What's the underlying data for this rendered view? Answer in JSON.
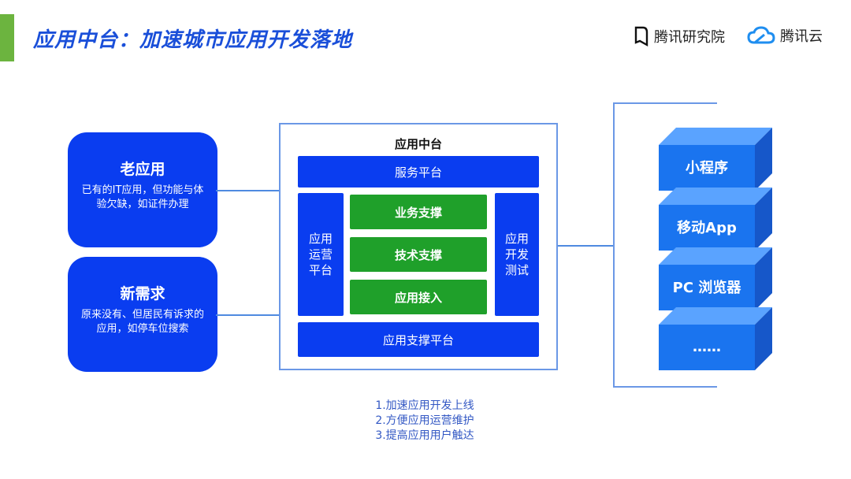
{
  "header": {
    "title": "应用中台：加速城市应用开发落地",
    "logo_research": "腾讯研究院",
    "logo_cloud": "腾讯云"
  },
  "left": {
    "old": {
      "title": "老应用",
      "desc": "已有的IT应用，但功能与体验欠缺，如证件办理"
    },
    "new": {
      "title": "新需求",
      "desc": "原来没有、但居民有诉求的应用，如停车位搜索"
    }
  },
  "center": {
    "title": "应用中台",
    "top_bar": "服务平台",
    "left_col": "应用运营平台",
    "right_col": "应用开发测试",
    "green": [
      "业务支撑",
      "技术支撑",
      "应用接入"
    ],
    "bottom_bar": "应用支撑平台"
  },
  "right": {
    "items": [
      "小程序",
      "移动App",
      "PC 浏览器",
      "……"
    ]
  },
  "benefits": [
    "1.加速应用开发上线",
    "2.方便应用运营维护",
    "3.提高应用用户触达"
  ],
  "colors": {
    "primary_blue": "#0a3df0",
    "green": "#1fa02a",
    "accent_green": "#6cb43f",
    "title_blue": "#1a4fd9"
  }
}
